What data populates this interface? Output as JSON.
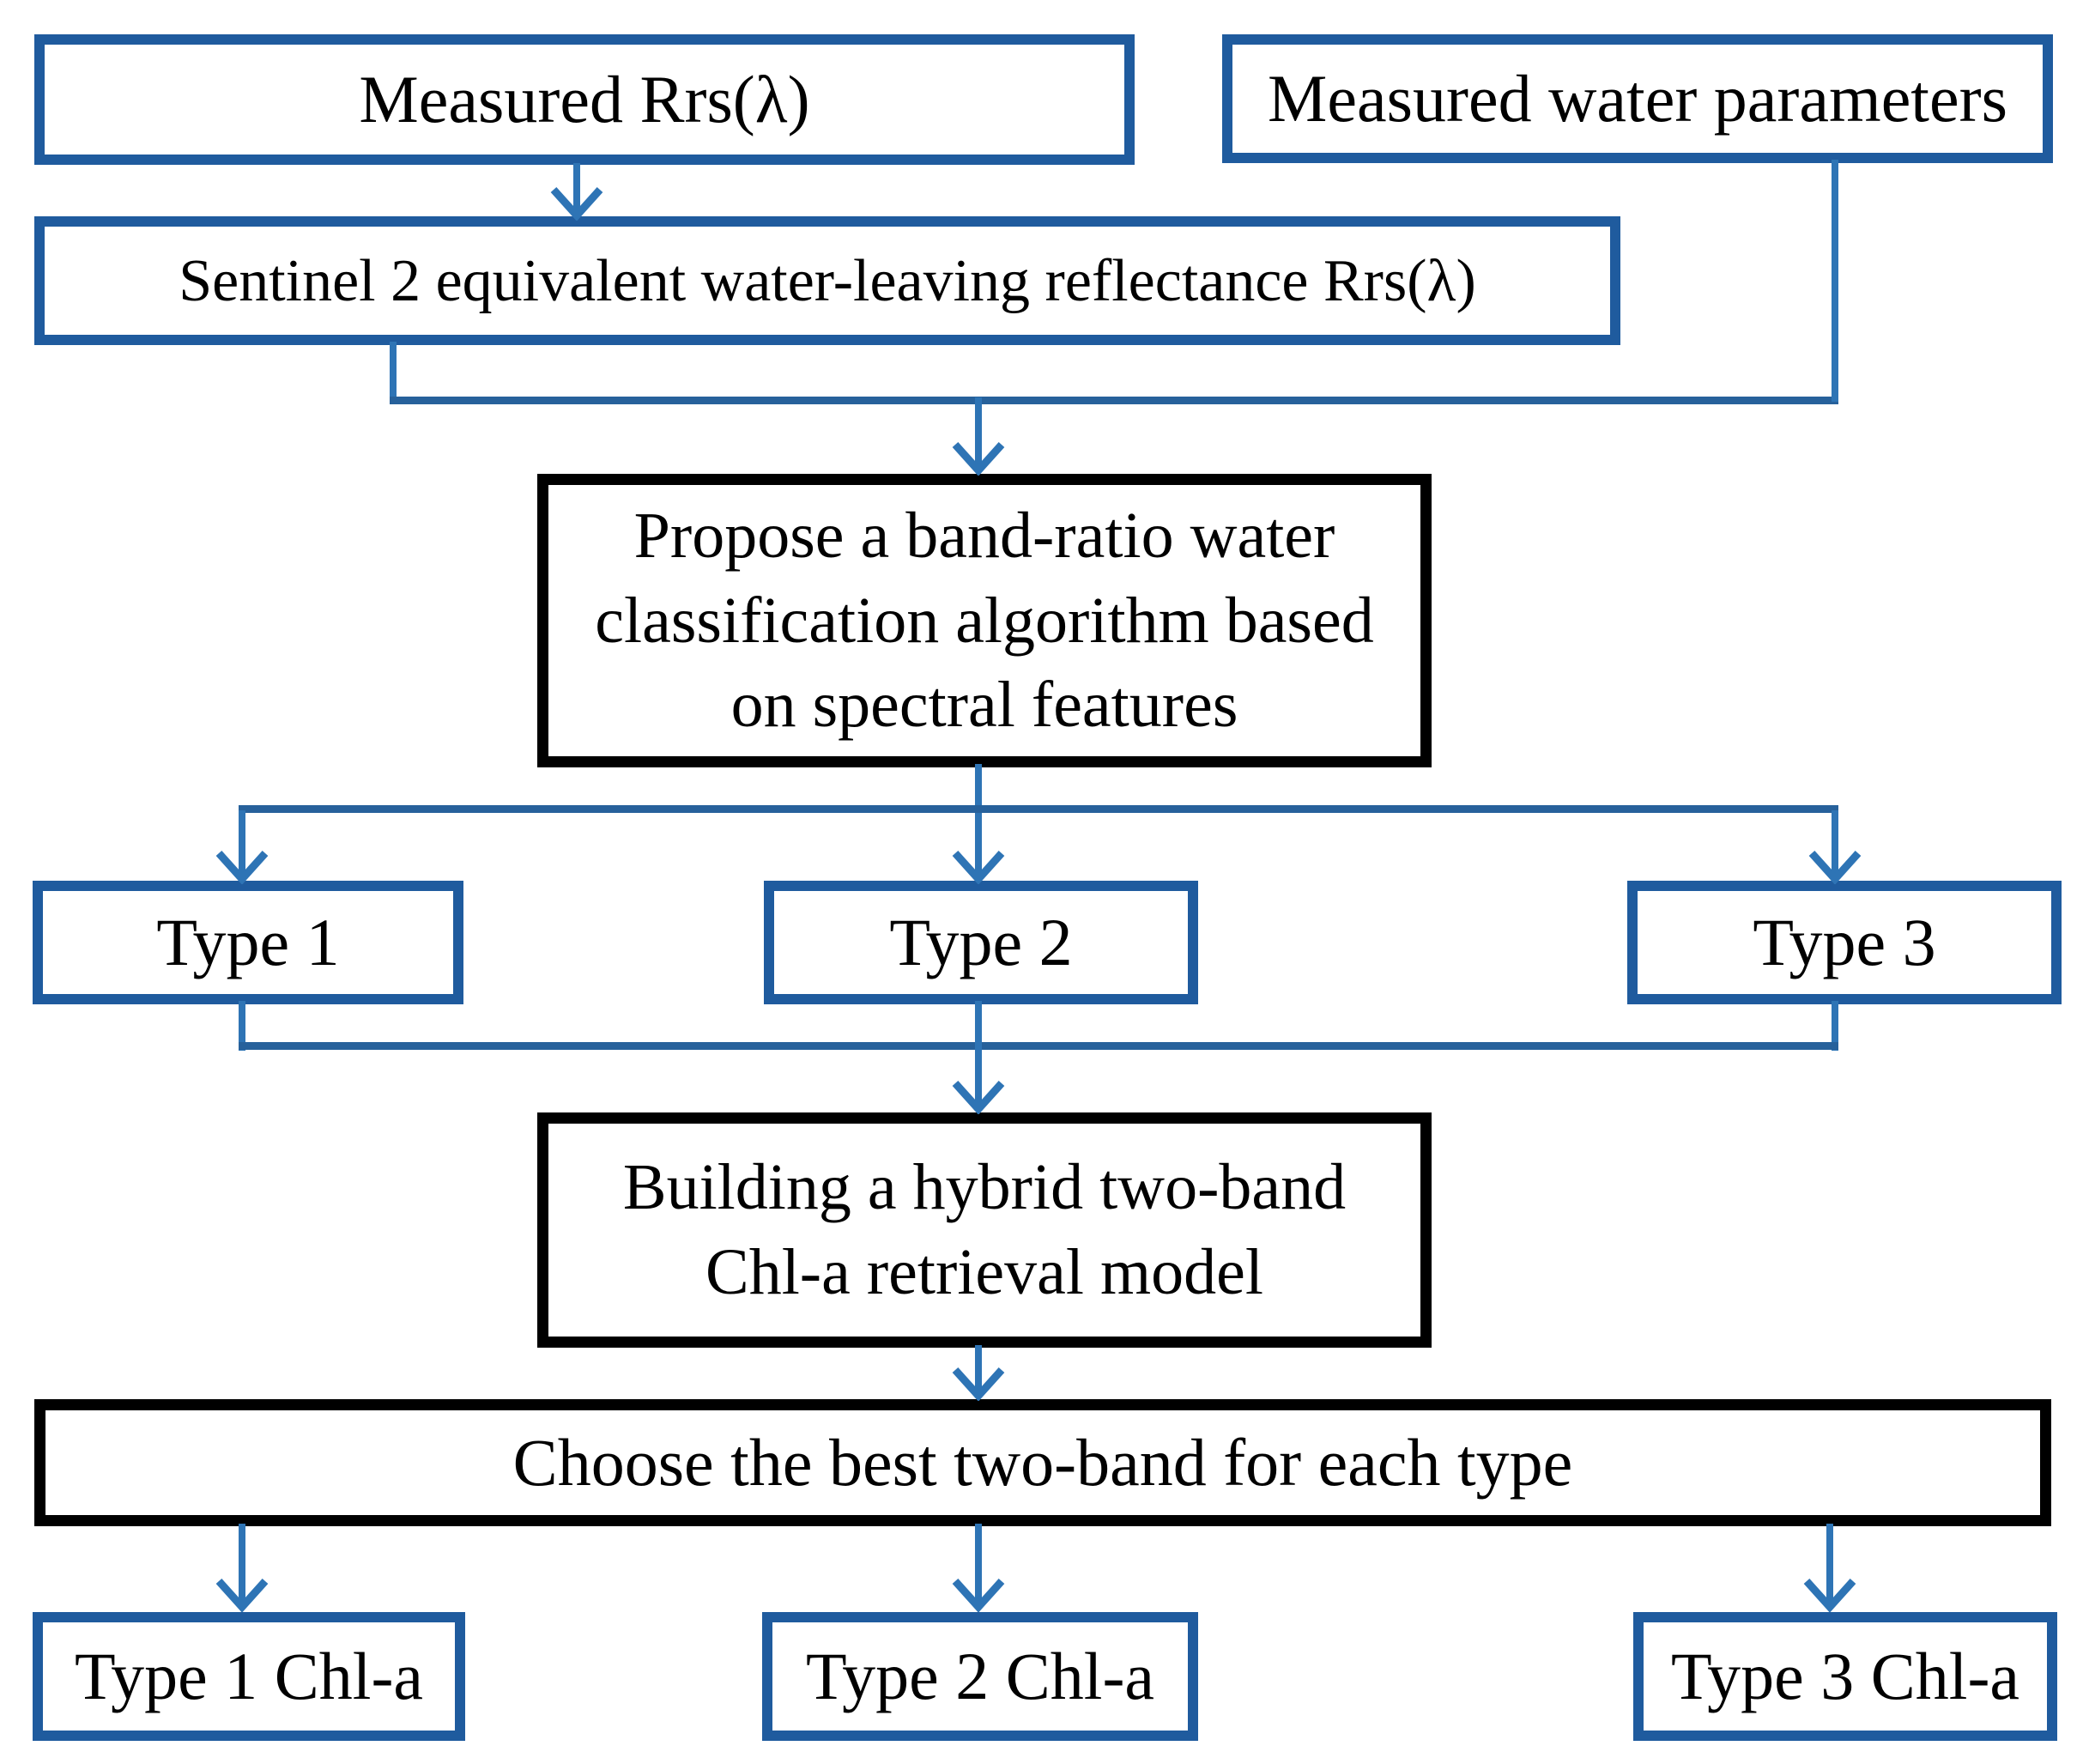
{
  "diagram": {
    "type": "flowchart",
    "title": "Chl-a retrieval workflow flowchart",
    "colors": {
      "background": "#ffffff",
      "blue_box_border": "#1f5b9e",
      "black_box_border": "#000000",
      "connector_vertical": "#2e74b5",
      "connector_horizontal": "#27619b",
      "text": "#000000"
    },
    "nodes": {
      "measured_rrs": {
        "label": "Measured Rrs(λ)",
        "border": "blue"
      },
      "measured_water_parameters": {
        "label": "Measured water parameters",
        "border": "blue"
      },
      "sentinel_reflectance": {
        "label": "Sentinel 2 equivalent water-leaving reflectance Rrs(λ)",
        "border": "blue"
      },
      "propose_algorithm": {
        "label": "Propose a band-ratio water classification algorithm based on spectral features",
        "border": "black"
      },
      "type1": {
        "label": "Type 1",
        "border": "blue"
      },
      "type2": {
        "label": "Type 2",
        "border": "blue"
      },
      "type3": {
        "label": "Type 3",
        "border": "blue"
      },
      "building_model": {
        "label": "Building a hybrid two-band Chl-a retrieval model",
        "border": "black"
      },
      "choose_best": {
        "label": "Choose the best two-band for each type",
        "border": "black"
      },
      "type1_chla": {
        "label": "Type 1 Chl-a",
        "border": "blue"
      },
      "type2_chla": {
        "label": "Type 2 Chl-a",
        "border": "blue"
      },
      "type3_chla": {
        "label": "Type 3 Chl-a",
        "border": "blue"
      }
    },
    "edges": [
      {
        "from": "measured_rrs",
        "to": "sentinel_reflectance",
        "style": "arrow"
      },
      {
        "from": "sentinel_reflectance",
        "to": "propose_algorithm",
        "style": "elbow-arrow"
      },
      {
        "from": "measured_water_parameters",
        "to": "propose_algorithm",
        "style": "elbow-arrow"
      },
      {
        "from": "propose_algorithm",
        "to": "type1",
        "style": "elbow-arrow"
      },
      {
        "from": "propose_algorithm",
        "to": "type2",
        "style": "arrow"
      },
      {
        "from": "propose_algorithm",
        "to": "type3",
        "style": "elbow-arrow"
      },
      {
        "from": "type1",
        "to": "building_model",
        "style": "elbow-arrow"
      },
      {
        "from": "type2",
        "to": "building_model",
        "style": "arrow"
      },
      {
        "from": "type3",
        "to": "building_model",
        "style": "elbow-arrow"
      },
      {
        "from": "building_model",
        "to": "choose_best",
        "style": "arrow"
      },
      {
        "from": "choose_best",
        "to": "type1_chla",
        "style": "arrow"
      },
      {
        "from": "choose_best",
        "to": "type2_chla",
        "style": "arrow"
      },
      {
        "from": "choose_best",
        "to": "type3_chla",
        "style": "arrow"
      }
    ]
  }
}
